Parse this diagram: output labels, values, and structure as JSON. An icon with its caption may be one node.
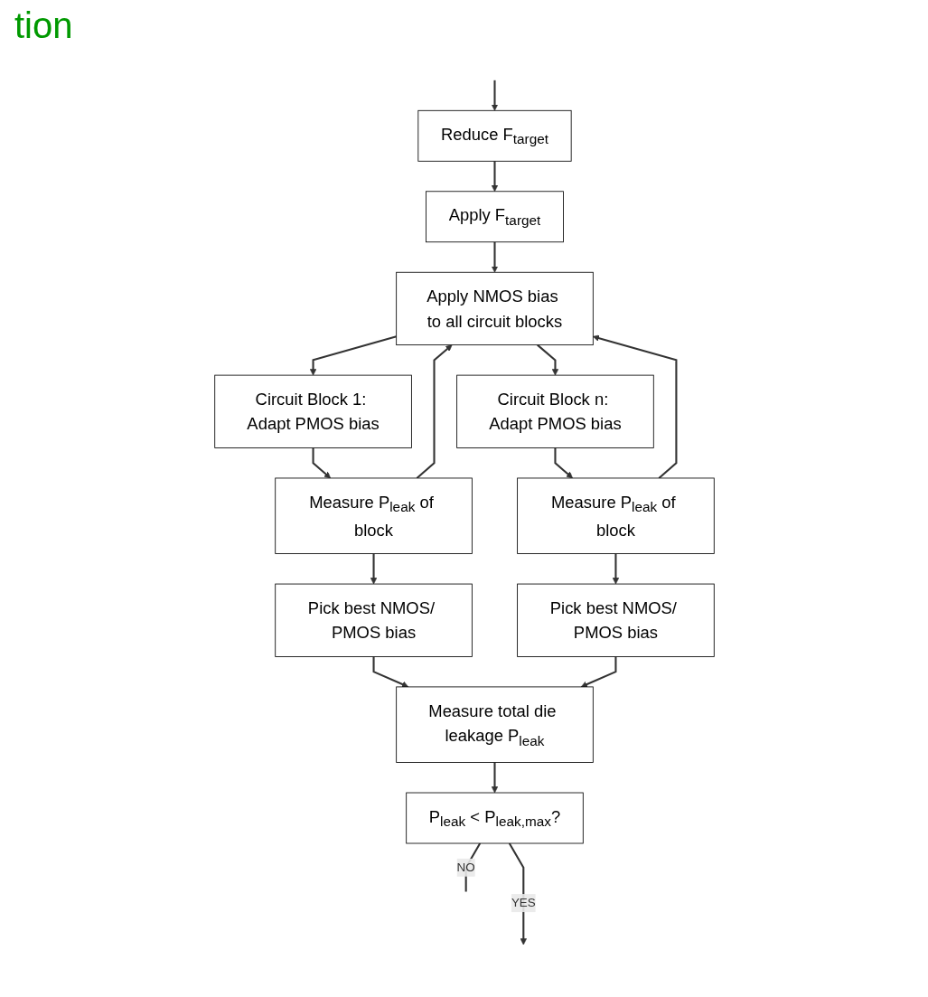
{
  "diagram": {
    "nodes": [
      {
        "text": [
          "Apply F$_{target}$"
        ]
      },
      {
        "text": [
          "Reduce F$_{target}$"
        ]
      },
      {
        "text": [
          "Apply NMOS bias to all circuit blocks"
        ]
      },
      {
        "text": [
          "Circuit Block 1: Adapt PMOS bias"
        ]
      },
      {
        "text": [
          "Circuit Block n: Adapt PMOS bias"
        ]
      },
      {
        "text": [
          "Measure P$_{leak}$ of block"
        ]
      },
      {
        "text": [
          "Measure P$_{leak}$ of block"
        ]
      },
      {
        "text": [
          "Pick best NMOS/ PMOS bias"
        ]
      },
      {
        "text": [
          "Pick best NMOS/ PMOS bias"
        ]
      },
      {
        "text": [
          "Measure total die leakage P$_{leak}$"
        ]
      },
      {
        "text": [
          "P$_{leak}$ < P$_{leak,max}$?"
        ]
      }
    ],
    "edges": [
      {
        "from": null,
        "to": 1,
        "arrow": "to"
      },
      {
        "from": 1,
        "to": 0,
        "arrow": "to"
      },
      {
        "from": 0,
        "to": 2,
        "arrow": "to"
      },
      {
        "from": 2,
        "to": 3,
        "arrow": "to"
      },
      {
        "from": 2,
        "to": 4,
        "arrow": "to"
      },
      {
        "from": 3,
        "to": 5,
        "arrow": "to"
      },
      {
        "from": 4,
        "to": 6,
        "arrow": "to"
      },
      {
        "from": 5,
        "to": 7,
        "arrow": "to"
      },
      {
        "from": 5,
        "to": 2,
        "arrow": "to"
      },
      {
        "from": 6,
        "to": 8,
        "arrow": "to"
      },
      {
        "from": 6,
        "to": 2,
        "arrow": "to"
      },
      {
        "from": 7,
        "to": 9,
        "arrow": "to"
      },
      {
        "from": 8,
        "to": 9,
        "arrow": "to"
      },
      {
        "from": 9,
        "to": 10,
        "arrow": "to"
      },
      {
        "from": 10,
        "to": null,
        "label": "YES",
        "arrow": "to"
      },
      {
        "from": 10,
        "to": null,
        "label": "NO",
        "arrow": "none"
      }
    ],
    "labels": [
      "tion"
    ]
  }
}
